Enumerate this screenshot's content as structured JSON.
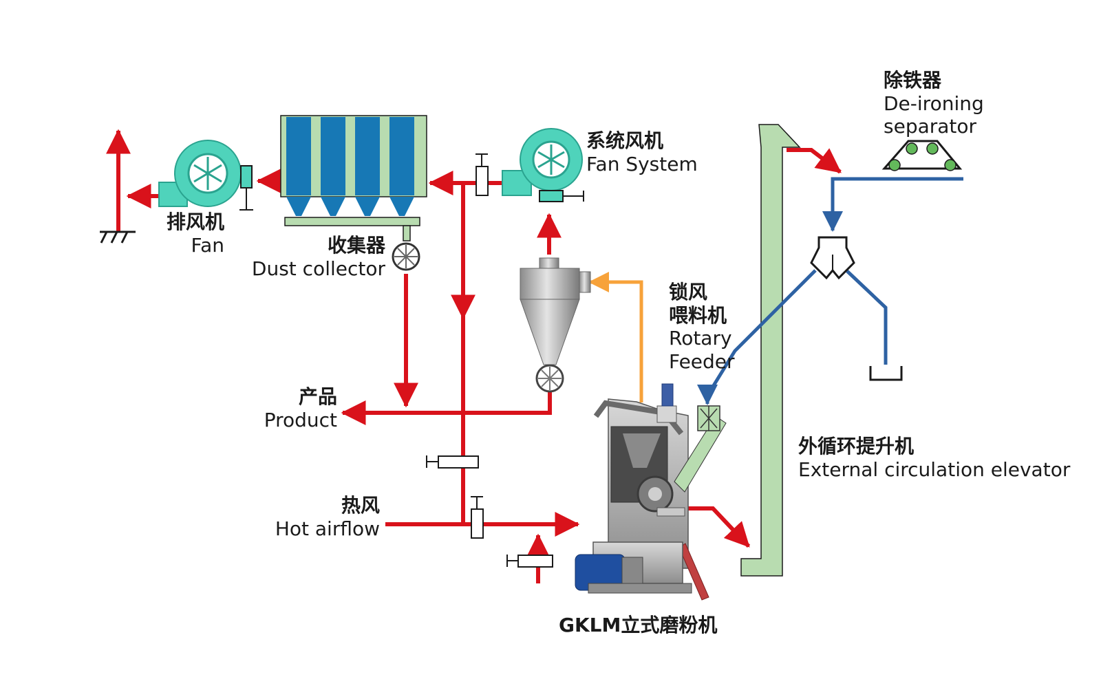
{
  "labels": {
    "fan": {
      "cn": "排风机",
      "en": "Fan"
    },
    "dust_collector": {
      "cn": "收集器",
      "en": "Dust collector"
    },
    "fan_system": {
      "cn": "系统风机",
      "en": "Fan System"
    },
    "deironing": {
      "cn": "除铁器",
      "en1": "De-ironing",
      "en2": "separator"
    },
    "rotary_feeder": {
      "cn1": "锁风",
      "cn2": "喂料机",
      "en1": "Rotary",
      "en2": "Feeder"
    },
    "product": {
      "cn": "产品",
      "en": "Product"
    },
    "hot_airflow": {
      "cn": "热风",
      "en": "Hot airflow"
    },
    "elevator": {
      "cn": "外循环提升机",
      "en": "External circulation elevator"
    },
    "mill": {
      "name": "GKLM立式磨粉机"
    }
  },
  "colors": {
    "air_flow": "#d9121b",
    "material_flow": "#2e62a3",
    "return_flow": "#f7a23a",
    "elevator": "#b8dcb0",
    "collector_bag": "#1778b5",
    "fan_body": "#4fd3bb",
    "machine_gray": "#9a9a9a"
  }
}
